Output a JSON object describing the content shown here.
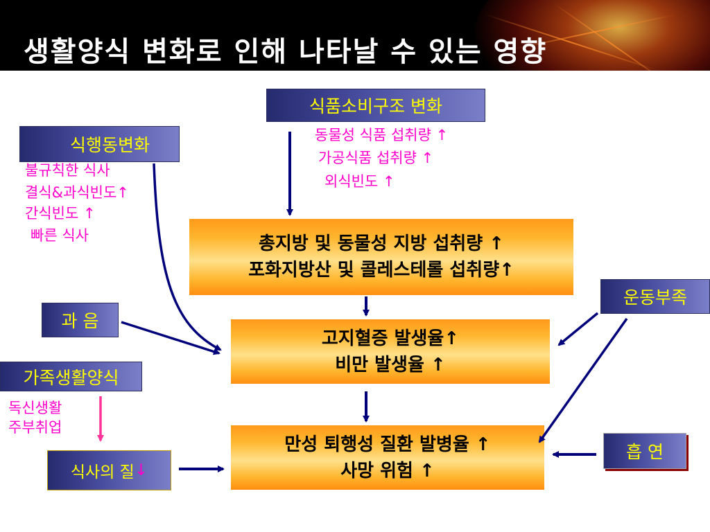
{
  "title": "생활양식 변화로 인해 나타날 수 있는 영향",
  "food_consumption": {
    "label": "식품소비구조 변화",
    "items": [
      "동물성 식품 섭취량 ↑",
      "가공식품 섭취량 ↑",
      "외식빈도 ↑"
    ]
  },
  "eating_behavior": {
    "label": "식행동변화",
    "items": [
      "불규칙한 식사",
      "결식&과식빈도↑",
      "간식빈도 ↑",
      "빠른 식사"
    ]
  },
  "box_fat": {
    "line1": "총지방 및 동물성 지방 섭취량 ↑",
    "line2": "포화지방산 및 콜레스테롤 섭취량↑"
  },
  "box_obesity": {
    "line1": "고지혈증 발생율↑",
    "line2": "비만 발생율 ↑"
  },
  "box_chronic": {
    "line1": "만성 퇴행성 질환 발병율 ↑",
    "line2": "사망 위험 ↑"
  },
  "alcohol": {
    "label": "과 음"
  },
  "family": {
    "label": "가족생활양식",
    "items": [
      "독신생활",
      "주부취업"
    ]
  },
  "meal_quality": {
    "label": "식사의 질",
    "arrow": "↓"
  },
  "exercise": {
    "label": "운동부족"
  },
  "smoking": {
    "label": "흡 연"
  },
  "colors": {
    "label_text": "#ffff00",
    "pink_text": "#ff00cc",
    "arrow_navy": "#00007a",
    "arrow_pink": "#ff3399",
    "box_orange": "#ffb62e"
  }
}
